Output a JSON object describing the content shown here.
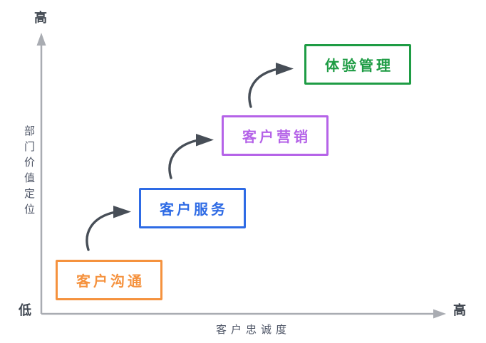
{
  "diagram": {
    "kind": "stairstep-progression",
    "background_color": "#ffffff"
  },
  "y_axis": {
    "high_label": "高",
    "low_label": "低",
    "title": "部门价值定位",
    "color": "#a9acb2"
  },
  "x_axis": {
    "high_label": "高",
    "title": "客户忠诚度",
    "color": "#a9acb2"
  },
  "steps": [
    {
      "label": "客户沟通",
      "color": "#f5923e"
    },
    {
      "label": "客户服务",
      "color": "#2e6be5"
    },
    {
      "label": "客户营销",
      "color": "#b563e8"
    },
    {
      "label": "体验管理",
      "color": "#1e9c44"
    }
  ],
  "arrows": {
    "icon": "curved-arrow-icon",
    "color": "#474e57",
    "count": 3
  }
}
